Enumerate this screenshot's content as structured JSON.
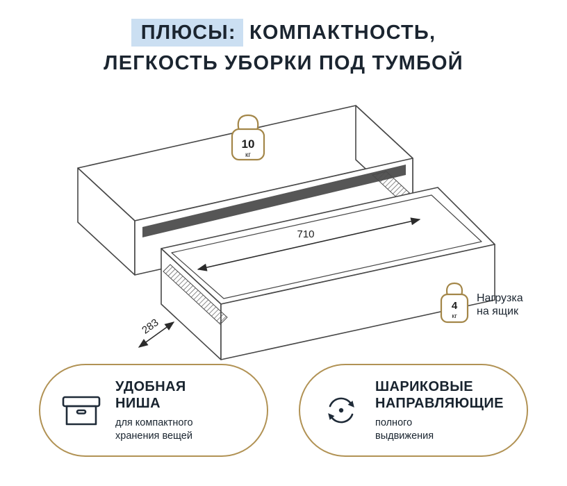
{
  "title": {
    "highlight": "ПЛЮСЫ:",
    "line1_rest": "КОМПАКТНОСТЬ,",
    "line2": "ЛЕГКОСТЬ УБОРКИ ПОД ТУМБОЙ"
  },
  "diagram": {
    "width_mm": "710",
    "depth_mm": "283",
    "top_weight": {
      "value": "10",
      "unit": "кг"
    },
    "drawer_load": {
      "value": "4",
      "unit": "кг",
      "caption_line1": "Нагрузка",
      "caption_line2": "на ящик"
    }
  },
  "features": [
    {
      "icon": "storage-box-icon",
      "title_line1": "УДОБНАЯ",
      "title_line2": "НИША",
      "subtitle_line1": "для компактного",
      "subtitle_line2": "хранения вещей"
    },
    {
      "icon": "rotation-arrows-icon",
      "title_line1": "ШАРИКОВЫЕ",
      "title_line2": "НАПРАВЛЯЮЩИЕ",
      "subtitle_line1": "полного",
      "subtitle_line2": "выдвижения"
    }
  ],
  "colors": {
    "accent_gold": "#b19254",
    "highlight_blue": "#cbdff2",
    "text_dark": "#18232e",
    "line_gray": "#474747"
  }
}
